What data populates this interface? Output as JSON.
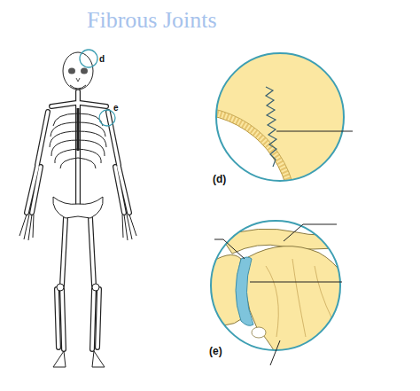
{
  "diagram": {
    "title": "Fibrous Joints",
    "labels": [
      "d",
      "e",
      "(d)",
      "(e)"
    ]
  }
}
